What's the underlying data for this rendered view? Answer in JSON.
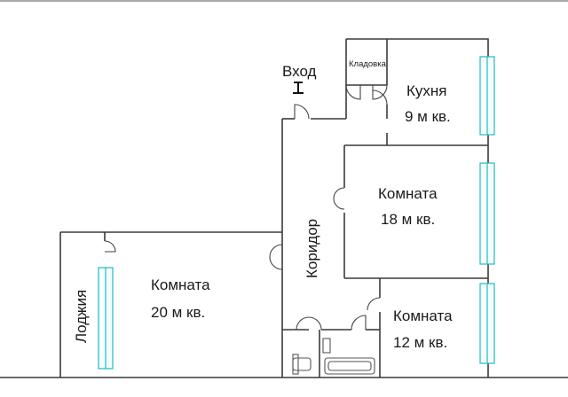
{
  "plan": {
    "entrance": "Вход",
    "pantry": "Кладовка",
    "kitchen": {
      "name": "Кухня",
      "area": "9 м кв."
    },
    "room18": {
      "name": "Комната",
      "area": "18 м кв."
    },
    "corridor": "Коридор",
    "room20": {
      "name": "Комната",
      "area": "20 м кв."
    },
    "loggia": "Лоджия",
    "room12": {
      "name": "Комната",
      "area": "12 м кв."
    }
  }
}
